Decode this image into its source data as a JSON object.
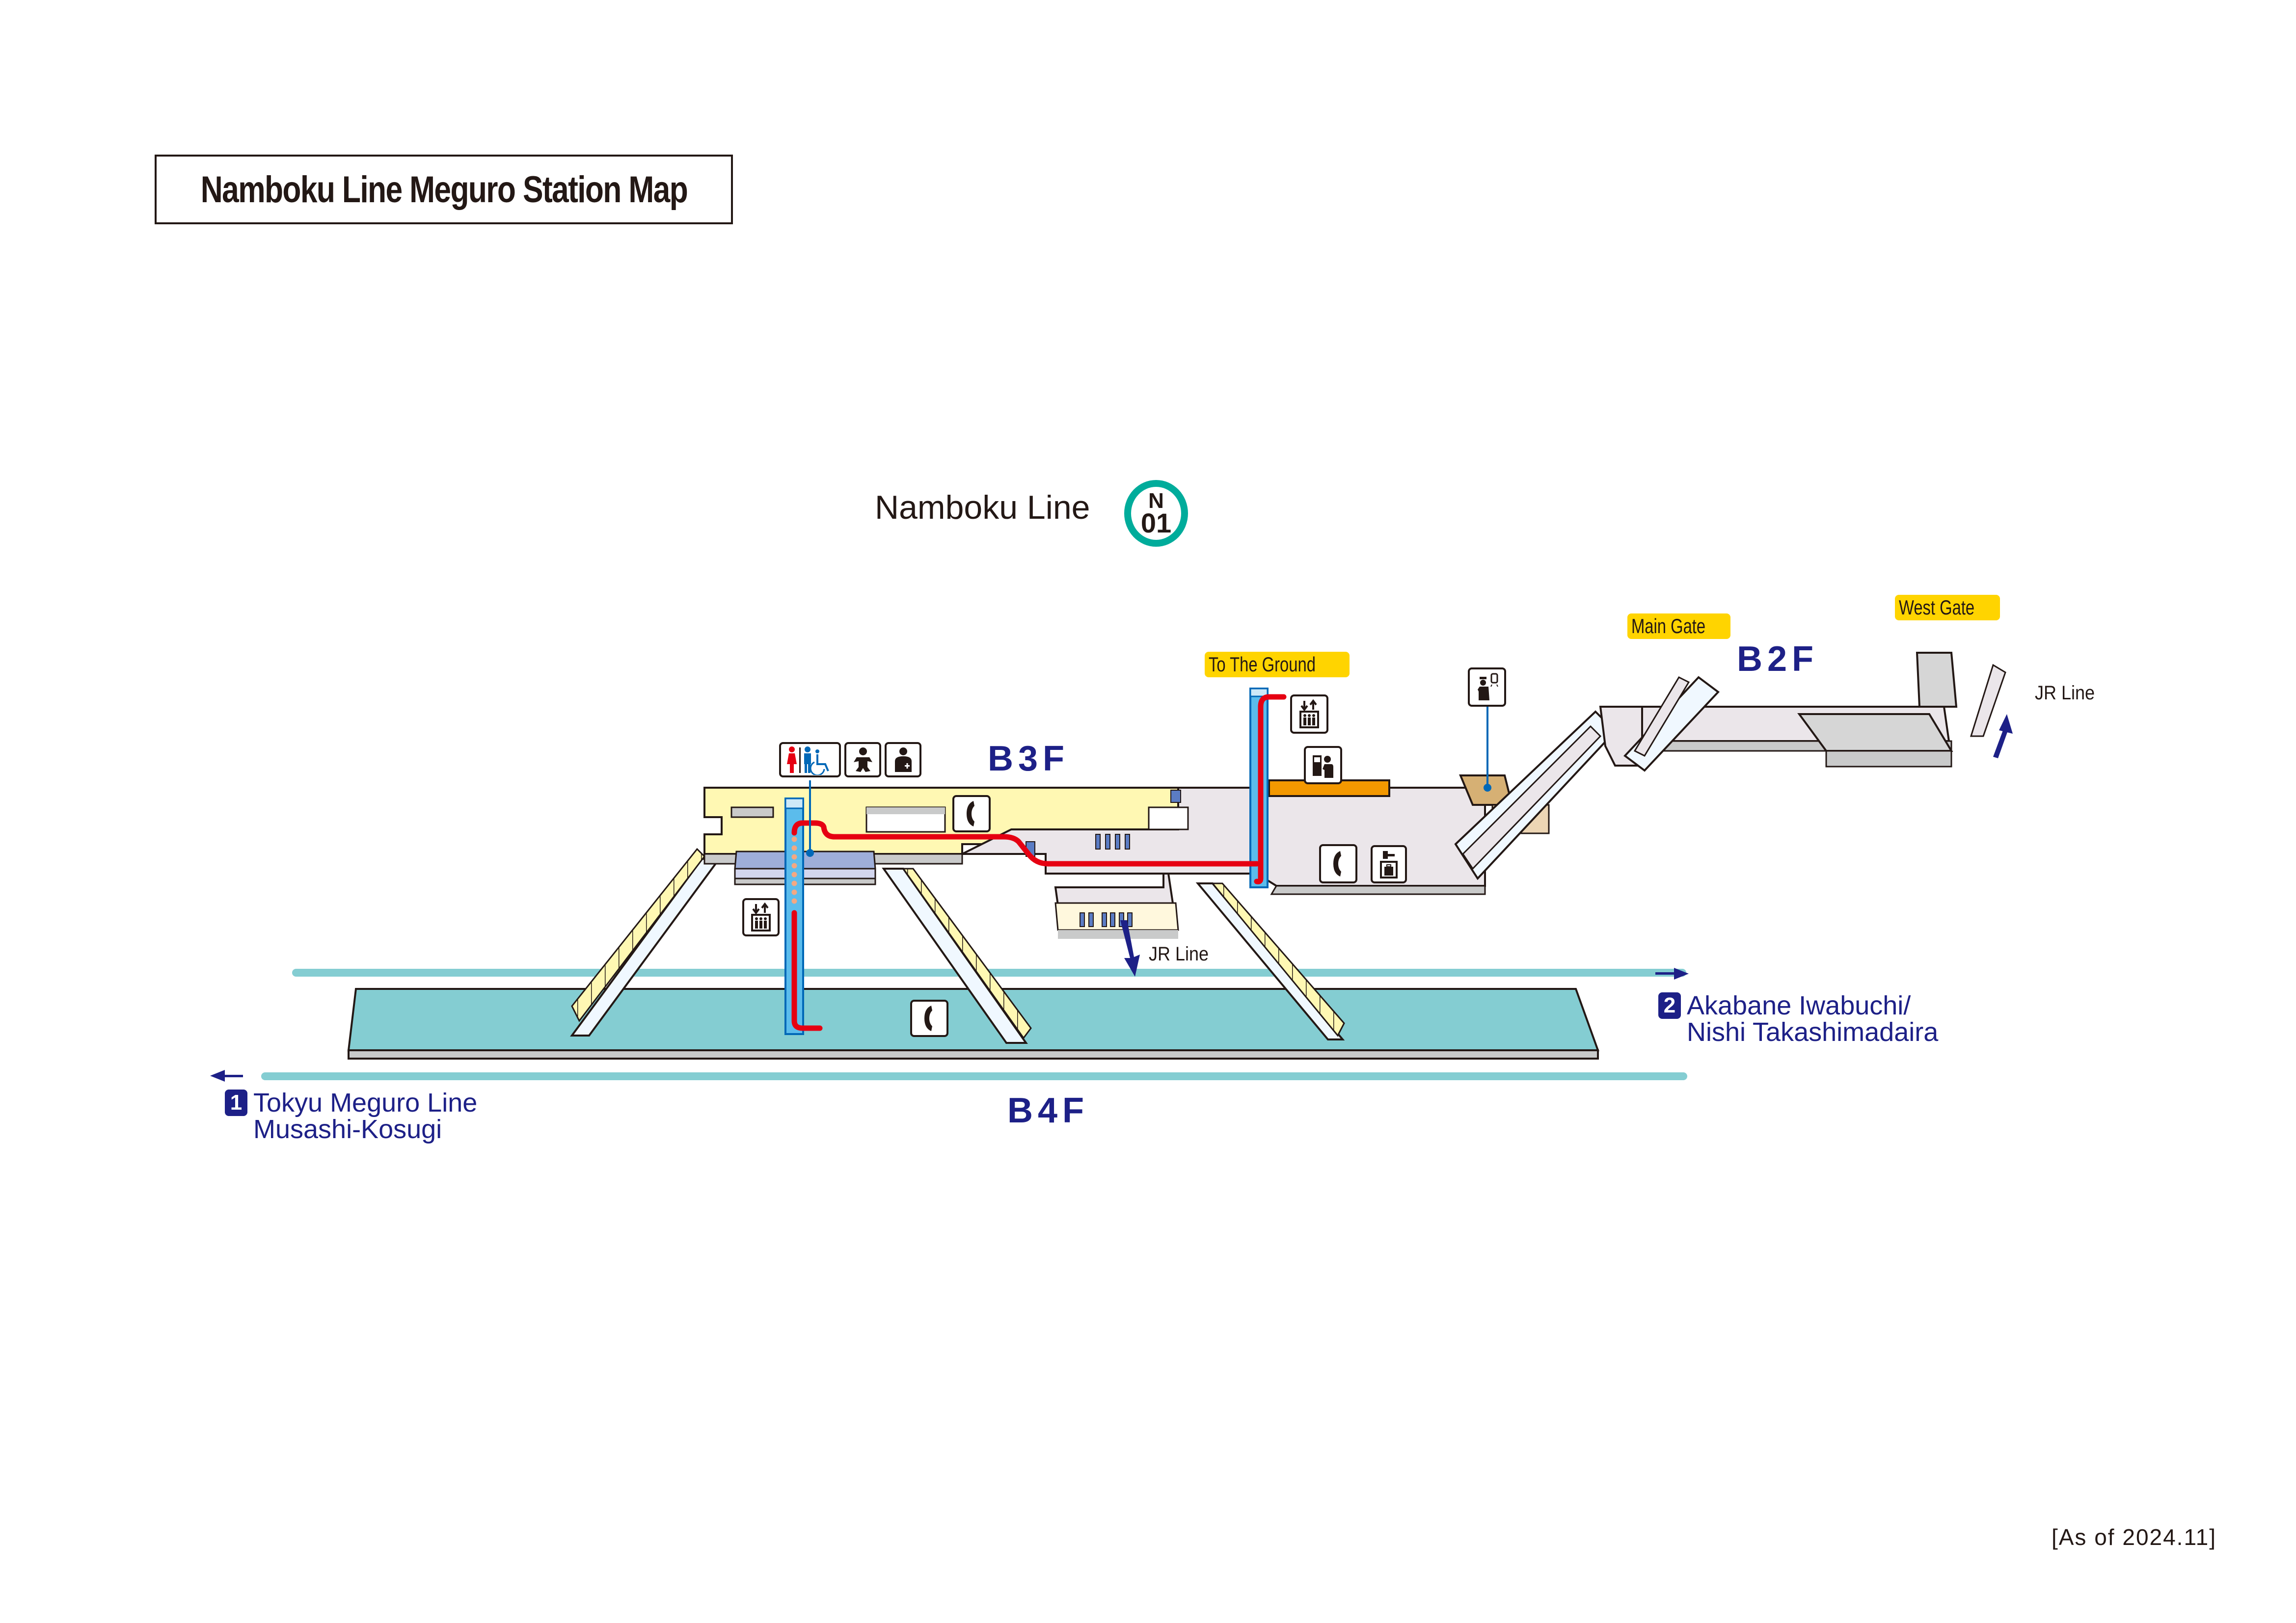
{
  "title": "Namboku Line Meguro Station Map",
  "line": {
    "name": "Namboku Line",
    "code_letter": "N",
    "code_number": "01",
    "color": "#00ac9b"
  },
  "floors": {
    "b2f": "B2F",
    "b3f": "B3F",
    "b4f": "B4F"
  },
  "gates": {
    "main": "Main Gate",
    "west": "West Gate",
    "ground": "To The Ground"
  },
  "transfers": {
    "jr_line_b2f": "JR Line",
    "jr_line_b3f": "JR Line"
  },
  "destinations": [
    {
      "number": "1",
      "line1": "Tokyu Meguro Line",
      "line2": "Musashi-Kosugi",
      "direction": "left"
    },
    {
      "number": "2",
      "line1": "Akabane Iwabuchi/",
      "line2": "Nishi Takashimadaira",
      "direction": "right"
    }
  ],
  "facilities": [
    {
      "icon": "toilet-icon",
      "label": "Restrooms (women / men / accessible)"
    },
    {
      "icon": "baby-care-icon",
      "label": "Baby care"
    },
    {
      "icon": "first-aid-icon",
      "label": "First aid room"
    },
    {
      "icon": "telephone-icon",
      "label": "Public telephone"
    },
    {
      "icon": "elevator-icon",
      "label": "Elevator"
    },
    {
      "icon": "ticket-machine-icon",
      "label": "Fare adjustment / ticket machine"
    },
    {
      "icon": "station-office-icon",
      "label": "Station office"
    },
    {
      "icon": "coin-locker-icon",
      "label": "Coin lockers"
    }
  ],
  "as_of": "[As of 2024.11]",
  "colors": {
    "floor_b3f": "#fff8b3",
    "floor_concourse": "#ebe6ea",
    "platform": "#84cdd2",
    "track": "#84cdd2",
    "elevator": "#5bbcec",
    "accessible_route": "#e60012",
    "text_blue": "#1d2087",
    "gate_label": "#ffd400",
    "ticket_counter": "#f39800",
    "station_office": "#d6b074"
  }
}
